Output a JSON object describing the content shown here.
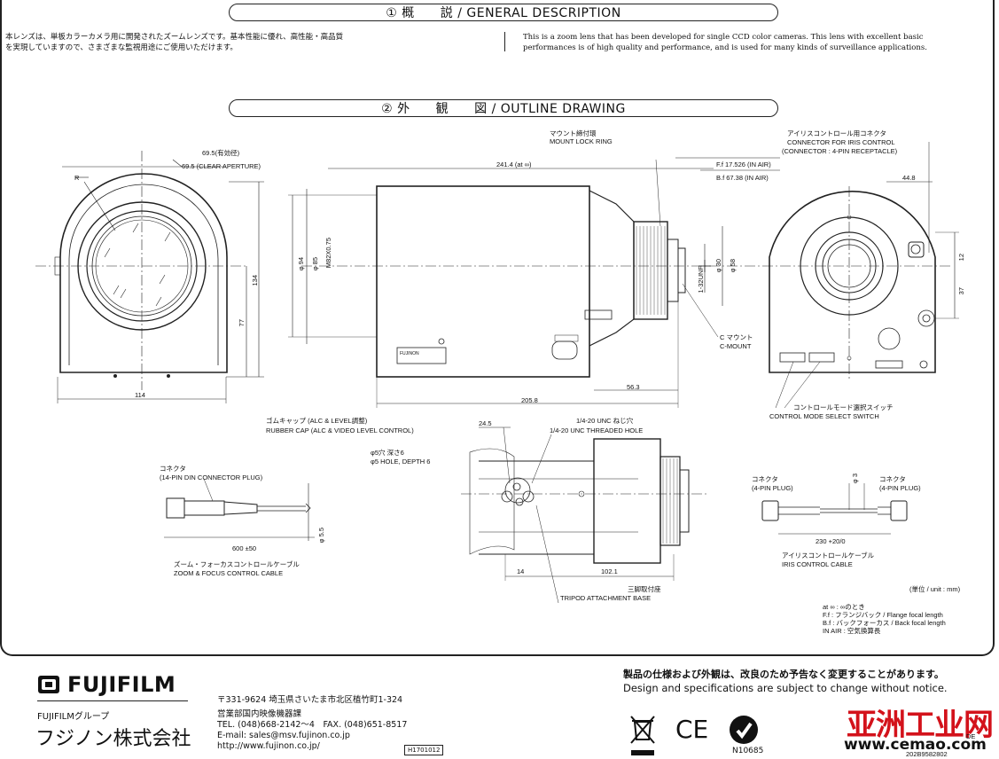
{
  "sections": {
    "general": "① 概　　説 / GENERAL DESCRIPTION",
    "outline": "② 外　　観　　図 / OUTLINE DRAWING"
  },
  "description": {
    "ja_line1": "本レンズは、単板カラーカメラ用に開発されたズームレンズです。基本性能に優れ、高性能・高品質",
    "ja_line2": "を実現していますので、さまざまな監視用途にご使用いただけます。",
    "en_line1": "This is a zoom lens that has been developed for single CCD color cameras. This lens with excellent basic",
    "en_line2": "performances is of high quality and performance, and is used for many kinds of surveillance applications."
  },
  "drawing": {
    "aperture_ja": "69.5(有効径)",
    "aperture_en": "69.5 (CLEAR APERTURE)",
    "r_label": "R",
    "dim_134": "134",
    "dim_77": "77",
    "dim_114": "114",
    "dim_241": "241.4 (at ∞)",
    "mount_ring_ja": "マウント締付環",
    "mount_ring_en": "MOUNT LOCK RING",
    "ff": "F.f 17.526 (IN AIR)",
    "bf": "B.f 67.38 (IN AIR)",
    "phi94": "φ 94",
    "phi85": "φ 85",
    "m82": "M82X0.75",
    "thread": "1-32UNF",
    "phi30": "φ 30",
    "phi58": "φ 58",
    "cmount_ja": "C マウント",
    "cmount_en": "C-MOUNT",
    "dim_56": "56.3",
    "dim_205": "205.8",
    "brand_small": "FUJINON",
    "iris_conn_ja": "アイリスコントロール用コネクタ",
    "iris_conn_en1": "CONNECTOR FOR IRIS CONTROL",
    "iris_conn_en2": "(CONNECTOR : 4-PIN RECEPTACLE)",
    "dim_448": "44.8",
    "dim_12": "12",
    "dim_37": "37",
    "mode_ja": "コントロールモード選択スイッチ",
    "mode_en": "CONTROL MODE SELECT SWITCH",
    "rubber_ja": "ゴムキャップ (ALC & LEVEL調整)",
    "rubber_en": "RUBBER CAP (ALC & VIDEO LEVEL CONTROL)",
    "dim_245": "24.5",
    "tap_ja": "1/4-20 UNC ねじ穴",
    "tap_en": "1/4-20 UNC THREADED HOLE",
    "hole_ja": "φ5穴 深さ6",
    "hole_en": "φ5 HOLE, DEPTH 6",
    "dim_14": "14",
    "dim_102": "102.1",
    "tripod_ja": "三脚取付座",
    "tripod_en": "TRIPOD ATTACHMENT BASE",
    "conn14_ja": "コネクタ",
    "conn14_en": "(14-PIN DIN CONNECTOR PLUG)",
    "dim_600": "600 ±50",
    "phi55": "φ 5.5",
    "zoom_cable_ja": "ズーム・フォーカスコントロールケーブル",
    "zoom_cable_en": "ZOOM & FOCUS CONTROL CABLE",
    "conn4a_ja": "コネクタ",
    "conn4a_en": "(4-PIN PLUG)",
    "conn4b_ja": "コネクタ",
    "conn4b_en": "(4-PIN PLUG)",
    "phi3": "φ 3",
    "dim_230": "230 +20/0",
    "iris_cable_ja": "アイリスコントロールケーブル",
    "iris_cable_en": "IRIS CONTROL CABLE",
    "unit": "(単位 / unit : mm)",
    "note1": "at ∞ : ∞のとき",
    "note2": "F.f : フランジバック / Flange focal length",
    "note3": "B.f : バックフォーカス / Back focal length",
    "note4": "IN AIR : 空気換算長"
  },
  "footer": {
    "logo": "FUJIFILM",
    "group": "FUJIFILMグループ",
    "company": "フジノン株式会社",
    "address": "〒331-9624 埼玉県さいたま市北区植竹町1-324",
    "dept": "営業部国内映像機器課",
    "tel": "TEL. (048)668-2142～4　FAX. (048)651-8517",
    "email": "E-mail: sales@msv.fujinon.co.jp",
    "url": "http://www.fujinon.co.jp/",
    "code": "H1701012",
    "notice_ja": "製品の仕様および外観は、改良のため予告なく変更することがあります。",
    "notice_en": "Design and specifications are subject to change without notice.",
    "ce": "CE",
    "cert": "N10685",
    "watermark": "亚洲工业网",
    "watermark_url": "www.cemao.com",
    "doc_rev": "DE",
    "doc_num": "202B9582802"
  }
}
